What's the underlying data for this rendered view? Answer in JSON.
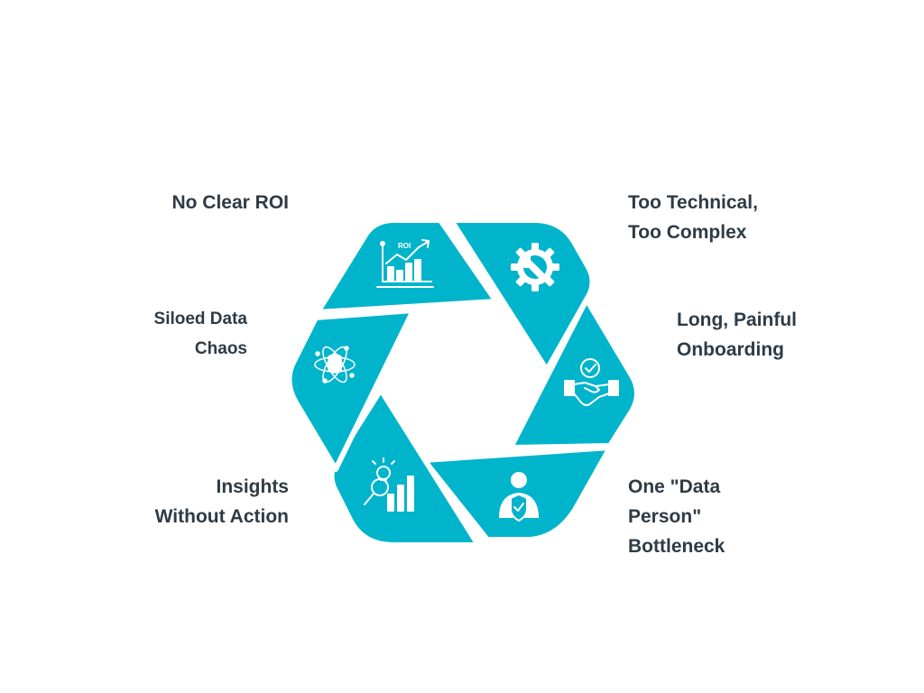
{
  "colors": {
    "segment_fill": "#00b4cc",
    "segment_gap": "#ffffff",
    "icon_stroke": "#ffffff",
    "text": "#2f3b45"
  },
  "segments": [
    {
      "label": "No Clear ROI",
      "icon": "roi-chart-icon",
      "side": "left"
    },
    {
      "label": "Too Technical,\nToo Complex",
      "icon": "gear-wrench-icon",
      "side": "right"
    },
    {
      "label": "Long, Painful\nOnboarding",
      "icon": "handshake-check-icon",
      "side": "right"
    },
    {
      "label": "One \"Data\nPerson\"\nBottleneck",
      "icon": "person-shield-icon",
      "side": "right"
    },
    {
      "label": "Insights\nWithout Action",
      "icon": "lightbulb-bars-icon",
      "side": "left"
    },
    {
      "label": "Siloed Data\nChaos",
      "icon": "database-network-icon",
      "side": "left"
    }
  ],
  "icon_text": {
    "roi": "ROI"
  }
}
